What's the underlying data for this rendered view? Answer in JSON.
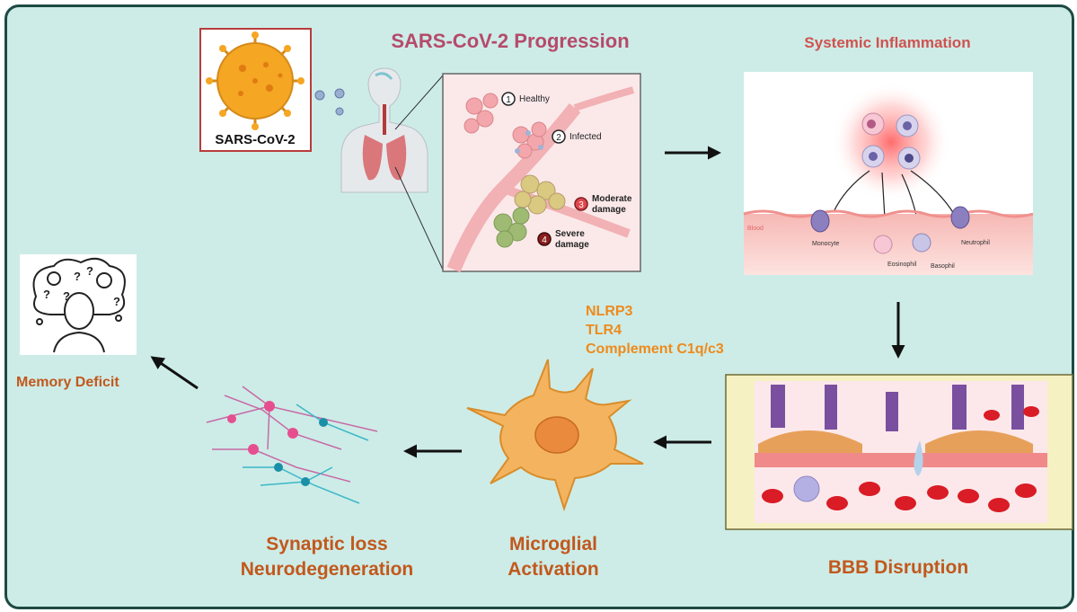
{
  "title": "SARS-CoV-2 Progression",
  "virus_label": "SARS-CoV-2",
  "lung_stages": [
    {
      "num": "1",
      "label": "Healthy"
    },
    {
      "num": "2",
      "label": "Infected"
    },
    {
      "num": "3",
      "label_line1": "Moderate",
      "label_line2": "damage"
    },
    {
      "num": "4",
      "label_line1": "Severe",
      "label_line2": "damage"
    }
  ],
  "inflammation": {
    "title": "Systemic Inflammation",
    "blood_label": "Blood",
    "cells": {
      "monocyte": "Monocyte",
      "eosinophil": "Eosinophil",
      "basophil": "Basophil",
      "neutrophil": "Neutrophil"
    }
  },
  "pathways": [
    "NLRP3",
    "TLR4",
    "Complement C1q/c3"
  ],
  "memory_label": "Memory Deficit",
  "synaptic": {
    "line1": "Synaptic loss",
    "line2": "Neurodegeneration"
  },
  "microglial": {
    "line1": "Microglial",
    "line2": "Activation"
  },
  "bbb_label": "BBB Disruption",
  "colors": {
    "background": "#cdece7",
    "border": "#1d4a43",
    "title": "#b64a6b",
    "inflammation_title": "#d0524f",
    "orange_label": "#c2581c",
    "pathway_text": "#ee8a1c",
    "virus": "#f5a623"
  },
  "icons": [
    "virus-icon",
    "human-lungs-icon",
    "alveoli-icon",
    "immune-cells-icon",
    "blood-brain-barrier-icon",
    "microglia-icon",
    "neuron-network-icon",
    "memory-head-icon",
    "arrow-icon"
  ]
}
